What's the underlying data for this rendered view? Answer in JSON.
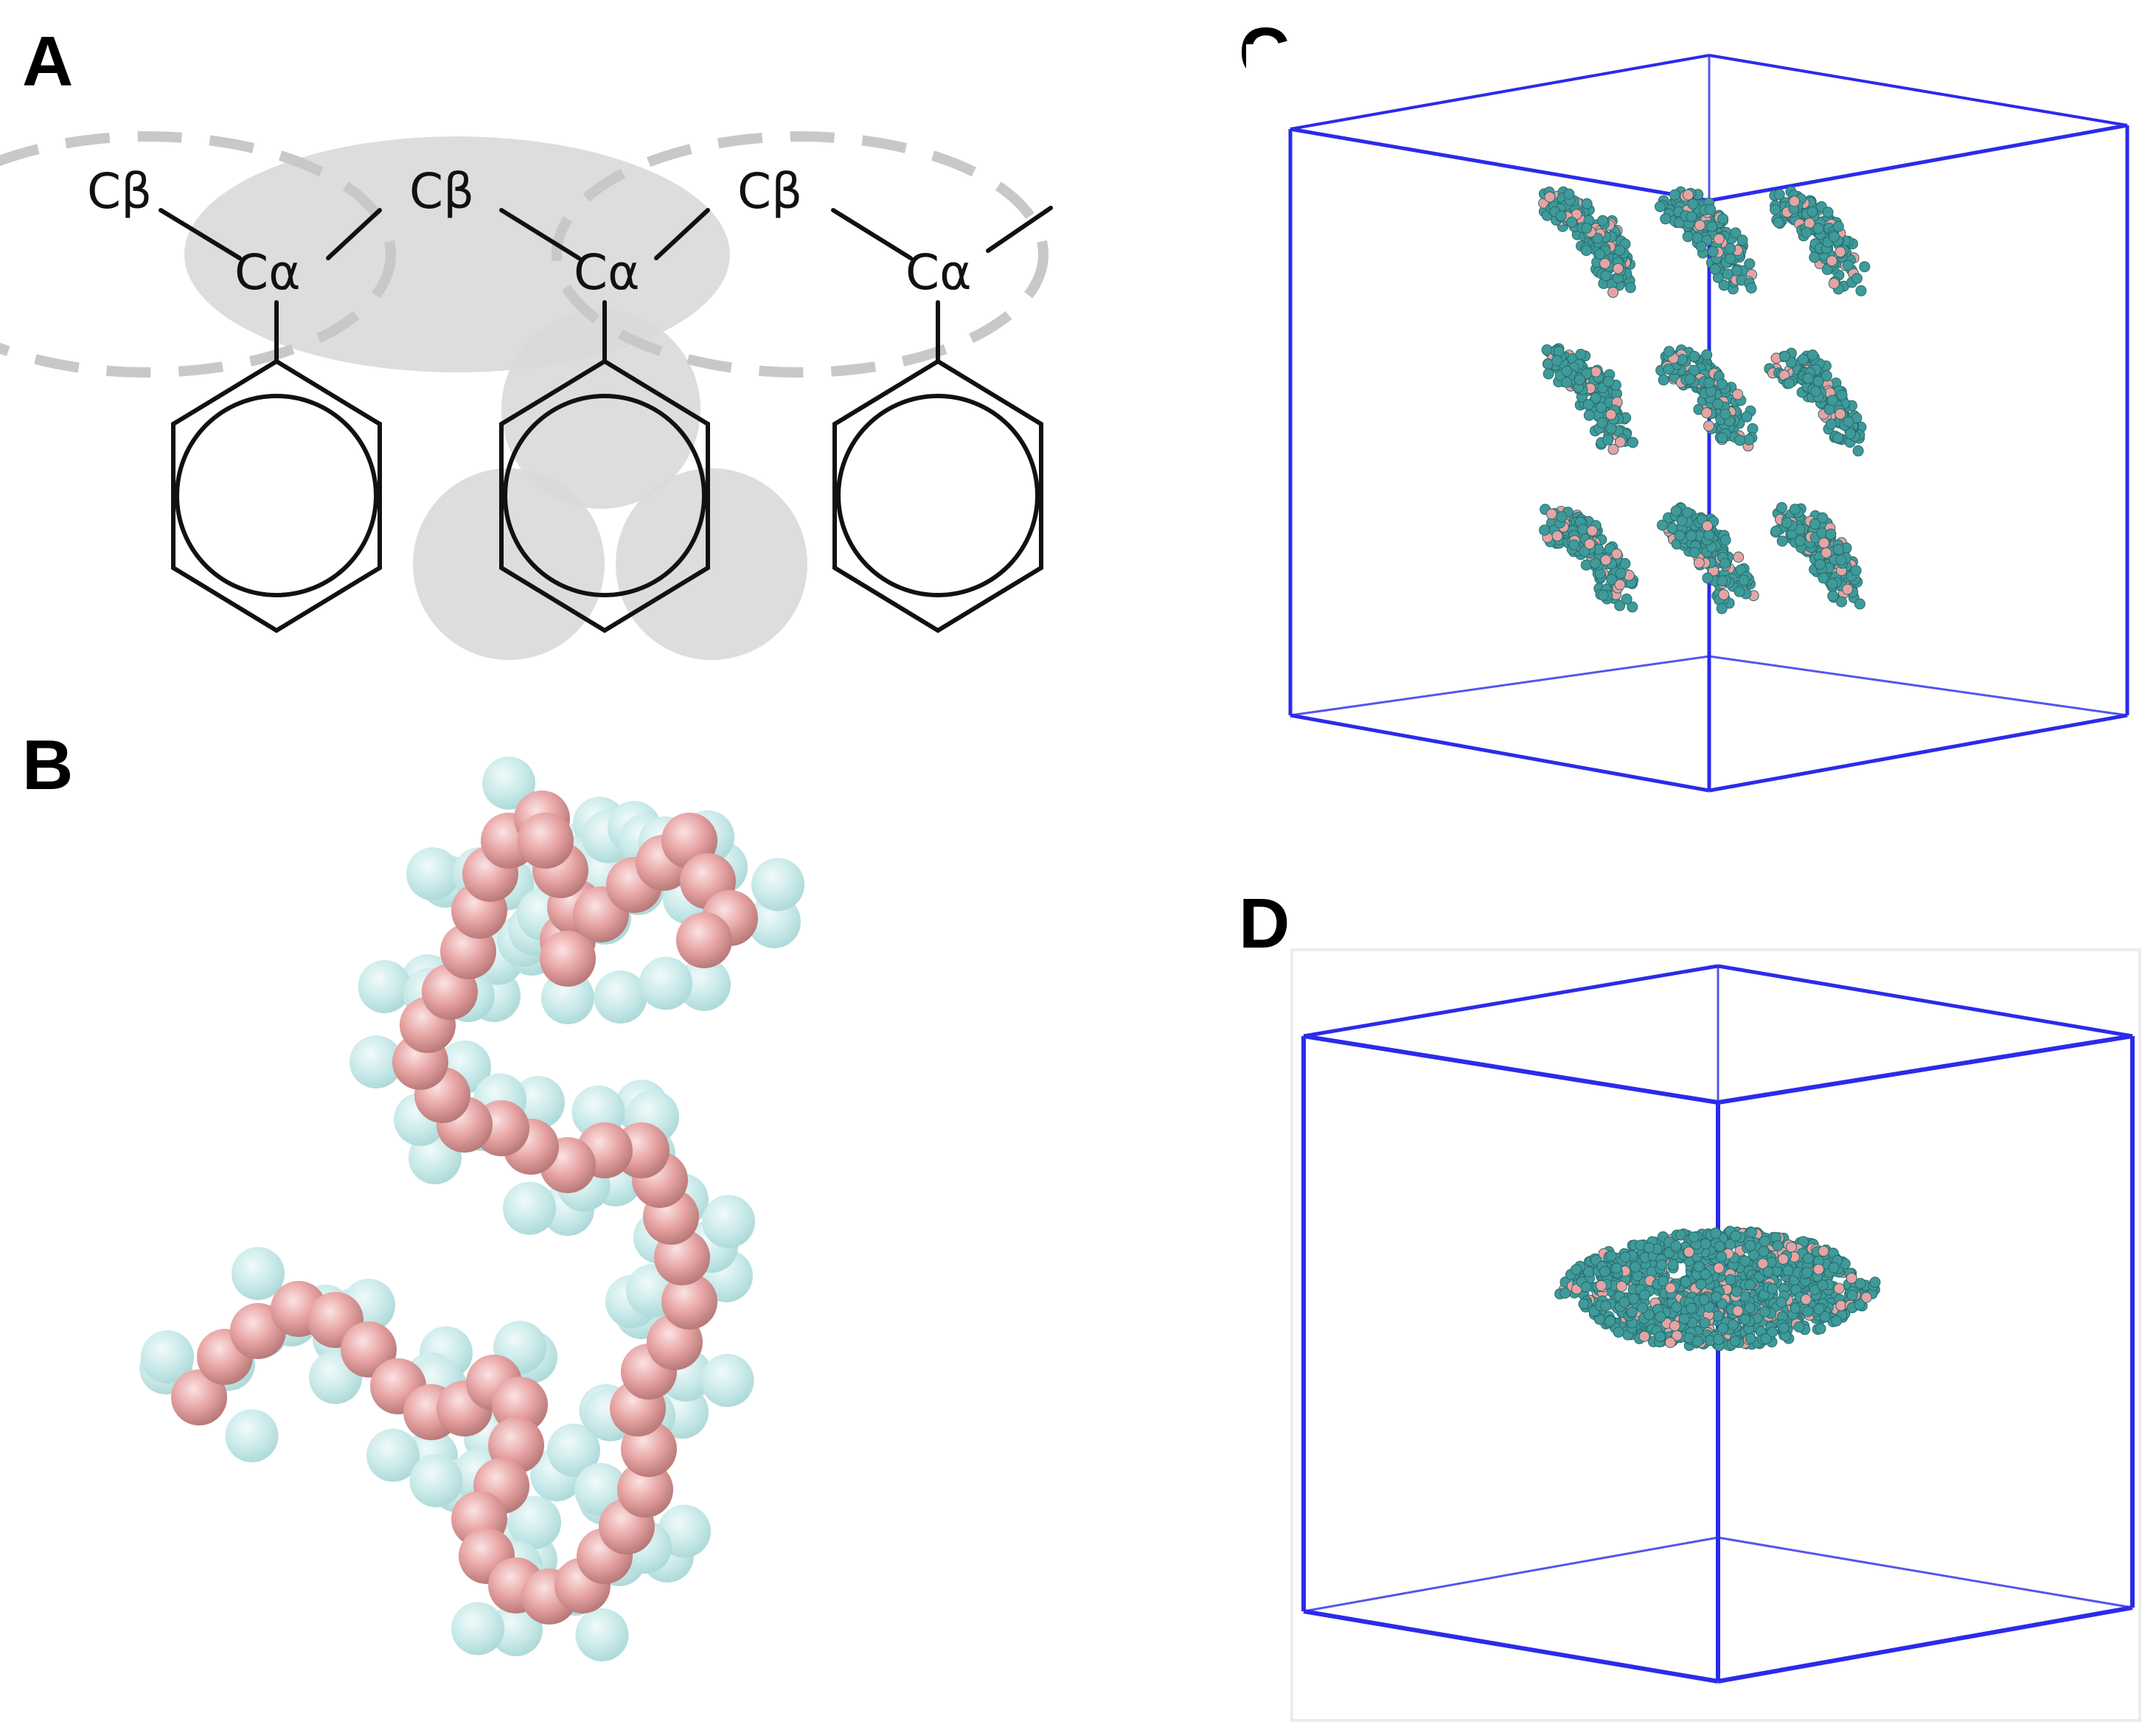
{
  "figure": {
    "panels": [
      {
        "id": "A",
        "label": "A"
      },
      {
        "id": "B",
        "label": "B"
      },
      {
        "id": "C",
        "label": "C"
      },
      {
        "id": "D",
        "label": "D"
      }
    ],
    "panel_a": {
      "beta_labels": [
        "Cβ",
        "Cβ",
        "Cβ"
      ],
      "alpha_labels": [
        "Cα",
        "Cα",
        "Cα"
      ]
    },
    "colors": {
      "backbone_bead": "#e7a3a3",
      "sidechain_bead": "#88cfcf",
      "box_edge": "#2b2bea",
      "cg_shading": "#d6d6d6",
      "dashed_outline": "#c8c8c8"
    },
    "panel_c": {
      "cluster_count": 9
    },
    "panel_d": {
      "aggregate_count": 1
    }
  }
}
